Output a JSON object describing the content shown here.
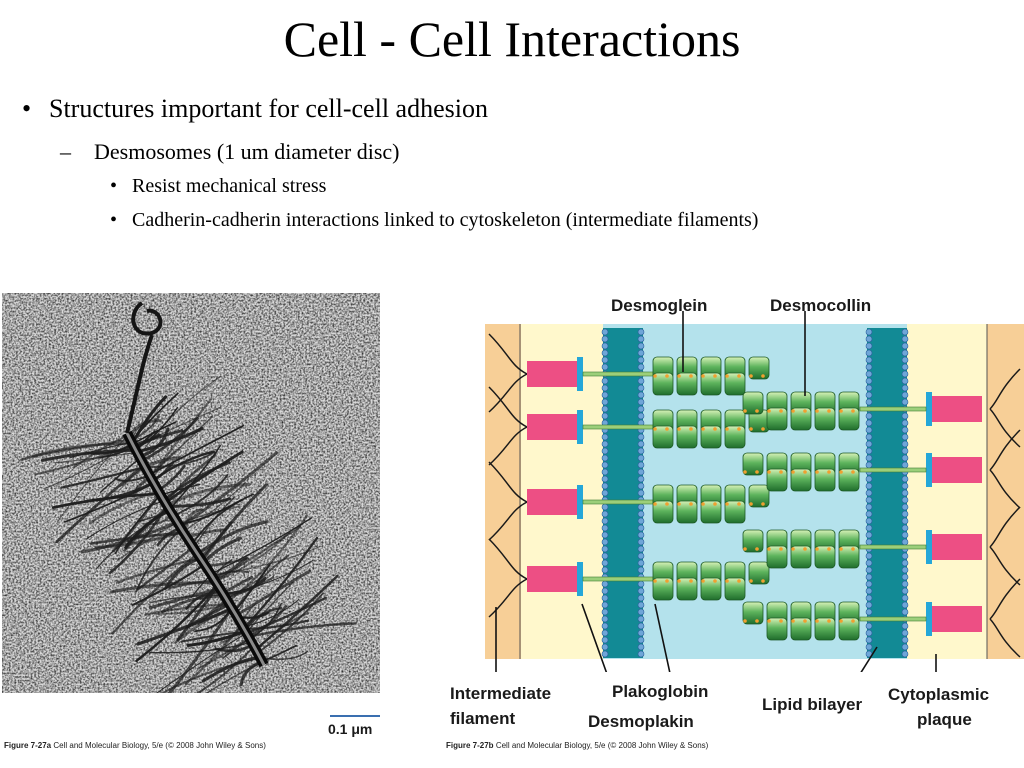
{
  "slide": {
    "title": "Cell - Cell Interactions",
    "bullets": {
      "level1": {
        "marker": "•",
        "text": "Structures important for cell-cell adhesion"
      },
      "level2": {
        "marker": "–",
        "text": "Desmosomes (1 um diameter disc)"
      },
      "level3": [
        {
          "marker": "•",
          "text": "Resist mechanical stress"
        },
        {
          "marker": "•",
          "text": "Cadherin-cadherin interactions linked to cytoskeleton (intermediate filaments)"
        }
      ]
    }
  },
  "micrograph": {
    "scale_label": "0.1 μm",
    "caption_id": "Figure 7-27a",
    "caption_rest": "Cell and Molecular Biology, 5/e (© 2008 John Wiley & Sons)"
  },
  "diagram": {
    "labels": {
      "desmoglein": "Desmoglein",
      "desmocollin": "Desmocollin",
      "intermediate_filament_1": "Intermediate",
      "intermediate_filament_2": "filament",
      "plakoglobin": "Plakoglobin",
      "desmoplakin": "Desmoplakin",
      "lipid_bilayer": "Lipid bilayer",
      "cytoplasmic_plaque_1": "Cytoplasmic",
      "cytoplasmic_plaque_2": "plaque"
    },
    "caption_id": "Figure 7-27b",
    "caption_rest": "Cell and Molecular Biology, 5/e (© 2008 John Wiley & Sons)",
    "colors": {
      "cytoplasm_outer": "#f7cf97",
      "cytoplasm_inner": "#fff8cc",
      "extracellular": "#b4e2ec",
      "membrane": "#128a95",
      "lipid_heads": "#6ea6d8",
      "desmoplakin": "#ed4f84",
      "plakoglobin": "#25a7d8",
      "cadherin": "#2f8f3c",
      "filament": "#222222"
    }
  }
}
